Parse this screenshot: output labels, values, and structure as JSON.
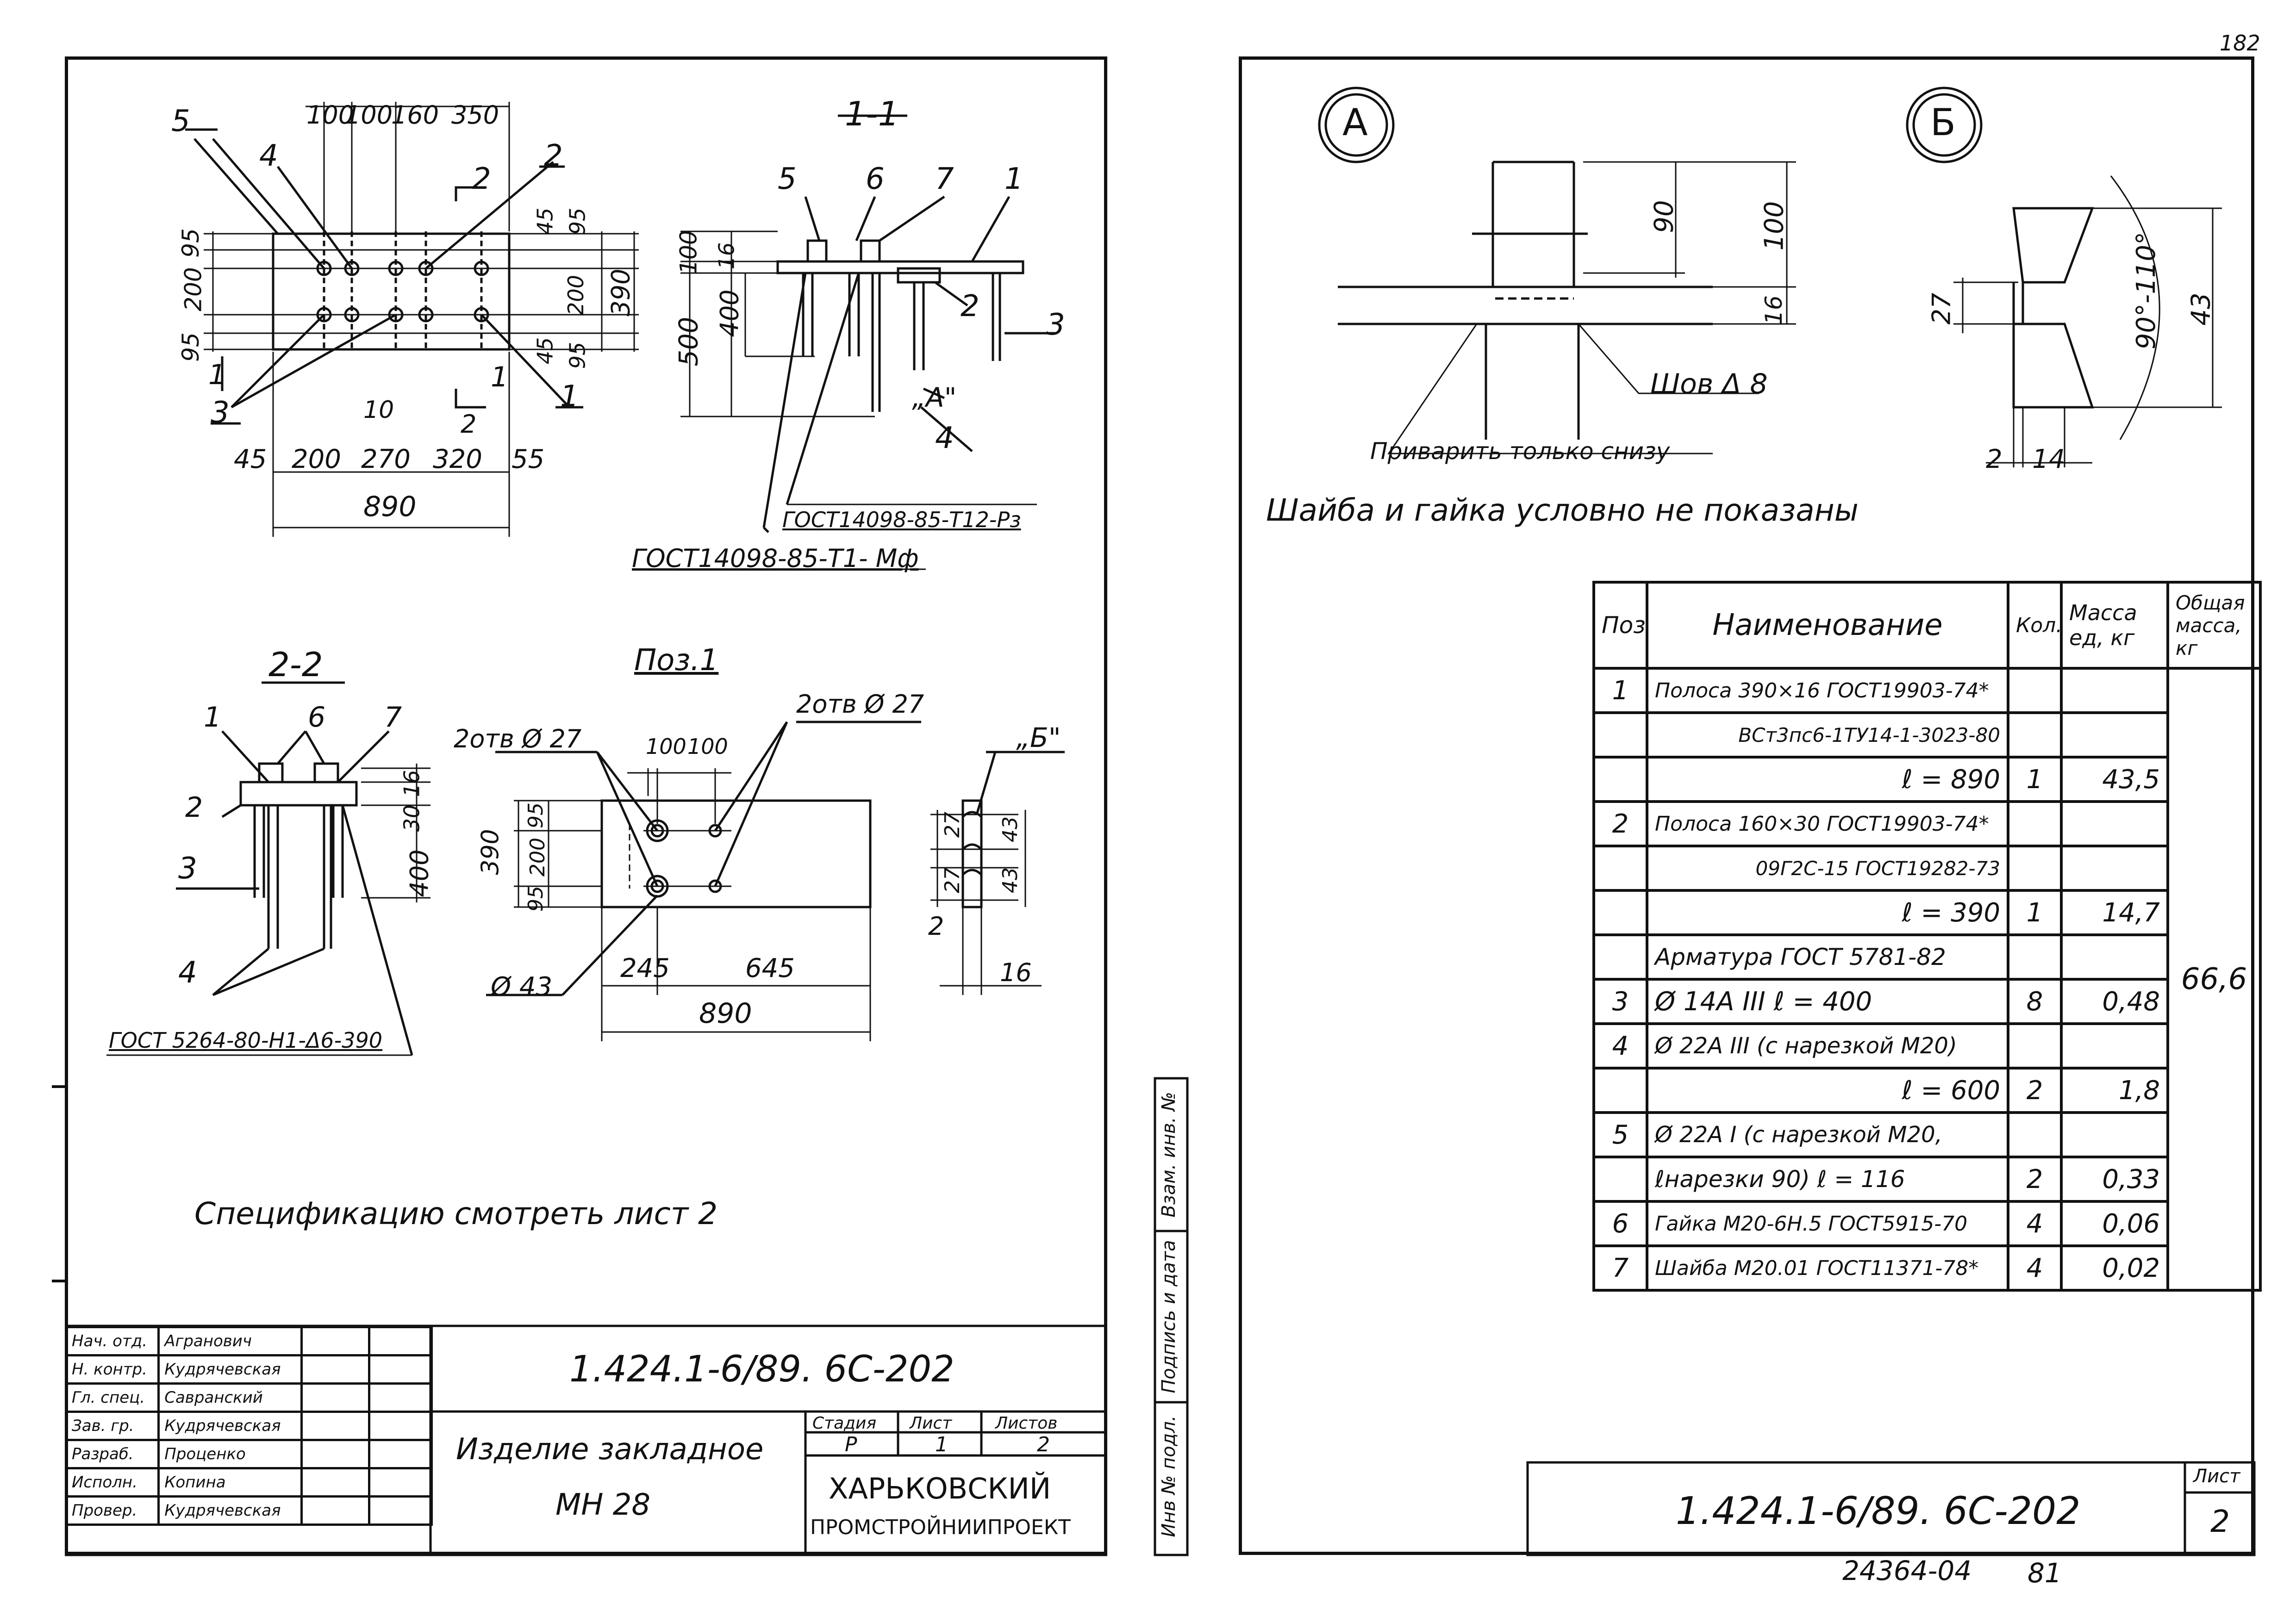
{
  "page_number": "182",
  "left_sheet": {
    "plan": {
      "top_dims": [
        "100",
        "100",
        "160",
        "350"
      ],
      "left_dims": [
        "95",
        "200",
        "95"
      ],
      "right_dims": [
        "45",
        "95",
        "200",
        "45",
        "95"
      ],
      "overall_height": "390",
      "bottom_dims": [
        "45",
        "200",
        "270",
        "320",
        "55"
      ],
      "small_dim": "10",
      "overall_width": "890",
      "callouts": [
        "5",
        "4",
        "2",
        "3",
        "1"
      ],
      "section_marks": [
        "1",
        "2"
      ]
    },
    "section_1_1": {
      "title": "1-1",
      "callouts": [
        "5",
        "6",
        "7",
        "1",
        "2",
        "3",
        "4"
      ],
      "dims": [
        "100",
        "16",
        "400",
        "500"
      ],
      "view_ref": "„А\"",
      "gost_1": "ГОСТ14098-85-Т12-Рз",
      "gost_2": "ГОСТ14098-85-Т1- Мф"
    },
    "section_2_2": {
      "title": "2-2",
      "callouts": [
        "1",
        "6",
        "7",
        "2",
        "3",
        "4"
      ],
      "dims": [
        "16",
        "30",
        "400"
      ],
      "gost": "ГОСТ 5264-80-Н1-Δ6-390"
    },
    "pos_1": {
      "title": "Поз.1",
      "holes_left": "2отв Ø 27",
      "holes_right": "2отв Ø 27",
      "top_dims": [
        "100",
        "100"
      ],
      "left_dims": [
        "390",
        "95",
        "200",
        "95"
      ],
      "dia": "Ø 43",
      "bottom_dims": [
        "245",
        "645"
      ],
      "overall": "890",
      "side_dims": [
        "27",
        "27",
        "43",
        "43",
        "2",
        "16"
      ],
      "view_ref": "„Б\""
    },
    "note": "Спецификацию смотреть лист 2",
    "title_block": {
      "roles": [
        "Нач. отд.",
        "Н. контр.",
        "Гл. спец.",
        "Зав. гр.",
        "Разраб.",
        "Исполн.",
        "Провер."
      ],
      "names": [
        "Агранович",
        "Кудрячевская",
        "Савранский",
        "Кудрячевская",
        "Проценко",
        "Копина",
        "Кудрячевская"
      ],
      "designation": "1.424.1-6/89. 6С-202",
      "item_name": "Изделие закладное",
      "item_mark": "МН 28",
      "stage_label": "Стадия",
      "sheet_label": "Лист",
      "sheets_label": "Листов",
      "stage": "Р",
      "sheet": "1",
      "sheets": "2",
      "org_1": "ХАРЬКОВСКИЙ",
      "org_2": "ПРОМСТРОЙНИИПРОЕКТ"
    }
  },
  "right_sheet": {
    "detail_a": {
      "label": "А",
      "dims": [
        "90",
        "100",
        "16"
      ],
      "weld": "Шов Δ 8",
      "weld_note": "Приварить только снизу"
    },
    "detail_b": {
      "label": "Б",
      "angle": "90°-110°",
      "dims": [
        "27",
        "43",
        "2",
        "14"
      ]
    },
    "note": "Шайба и гайка условно не показаны",
    "spec": {
      "headers": [
        "Поз",
        "Наименование",
        "Кол.",
        "Масса ед, кг",
        "Общая масса, кг"
      ],
      "rows": [
        {
          "pos": "1",
          "name": "Полоса 390×16 ГОСТ19903-74*",
          "qty": "",
          "mass": ""
        },
        {
          "pos": "",
          "name": "ВСт3пс6-1ТУ14-1-3023-80",
          "qty": "",
          "mass": ""
        },
        {
          "pos": "",
          "name": "ℓ = 890",
          "qty": "1",
          "mass": "43,5"
        },
        {
          "pos": "2",
          "name": "Полоса 160×30 ГОСТ19903-74*",
          "qty": "",
          "mass": ""
        },
        {
          "pos": "",
          "name": "09Г2С-15 ГОСТ19282-73",
          "qty": "",
          "mass": ""
        },
        {
          "pos": "",
          "name": "ℓ = 390",
          "qty": "1",
          "mass": "14,7"
        },
        {
          "pos": "",
          "name": "Арматура ГОСТ 5781-82",
          "qty": "",
          "mass": ""
        },
        {
          "pos": "3",
          "name": "Ø 14А III ℓ = 400",
          "qty": "8",
          "mass": "0,48"
        },
        {
          "pos": "4",
          "name": "Ø 22А III (с нарезкой М20)",
          "qty": "",
          "mass": ""
        },
        {
          "pos": "",
          "name": "ℓ = 600",
          "qty": "2",
          "mass": "1,8"
        },
        {
          "pos": "5",
          "name": "Ø 22А I (с нарезкой М20,",
          "qty": "",
          "mass": ""
        },
        {
          "pos": "",
          "name": "ℓнарезки 90) ℓ = 116",
          "qty": "2",
          "mass": "0,33"
        },
        {
          "pos": "6",
          "name": "Гайка М20-6Н.5 ГОСТ5915-70",
          "qty": "4",
          "mass": "0,06"
        },
        {
          "pos": "7",
          "name": "Шайба М20.01 ГОСТ11371-78*",
          "qty": "4",
          "mass": "0,02"
        }
      ],
      "total_mass": "66,6"
    },
    "side_stamp": [
      "Инв № подл.",
      "Подпись и дата",
      "Взам. инв. №"
    ],
    "title_block": {
      "designation": "1.424.1-6/89. 6С-202",
      "sheet_label": "Лист",
      "sheet": "2"
    },
    "archive_no": "24364-04",
    "archive_page": "81"
  }
}
